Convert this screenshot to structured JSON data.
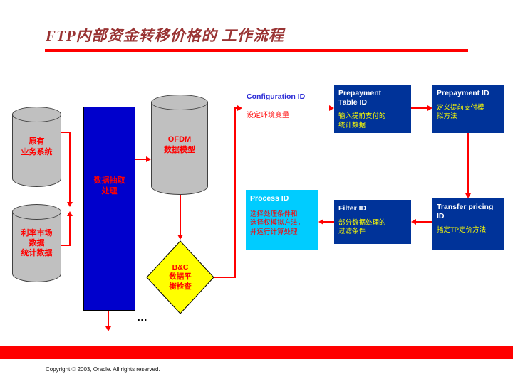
{
  "slide": {
    "title": "FTP内部资金转移价格的 工作流程",
    "footer": "Copyright © 2003, Oracle. All rights reserved.",
    "continuation": "…"
  },
  "flow": {
    "source_system": {
      "label": "原有\n业务系统"
    },
    "market_data": {
      "label": "利率市场\n数据\n统计数据"
    },
    "extract": {
      "label": "数据抽取\n处理"
    },
    "ofdm": {
      "label": "OFDM\n数据模型"
    },
    "balance_check": {
      "label": "B&C\n数据平\n衡检查"
    },
    "configuration": {
      "title": "Configuration ID",
      "desc": "设定环境变量"
    },
    "prepayment_table": {
      "title": "Prepayment\nTable ID",
      "desc": "输入提前支付的\n统计数据"
    },
    "prepayment": {
      "title": "Prepayment ID",
      "desc": "定义提前支付模\n拟方法"
    },
    "process": {
      "title": "Process ID",
      "desc": "选择处理条件和\n选择权模拟方法，\n并运行计算处理"
    },
    "filter": {
      "title": "Filter ID",
      "desc": "部分数据处理的\n过滤条件"
    },
    "transfer_pricing": {
      "title": "Transfer pricing\nID",
      "desc": "指定TP定价方法"
    }
  },
  "colors": {
    "accent_red": "#FF0000",
    "title_maroon": "#993333",
    "navy_box": "#003399",
    "cyan_box": "#00CCFF",
    "process_block_blue": "#0000CC",
    "diamond_yellow": "#FFFF00",
    "cylinder_gray": "#C0C0C0",
    "body_yellow_text": "#FFFF00",
    "config_title_blue": "#2B2BD6"
  }
}
